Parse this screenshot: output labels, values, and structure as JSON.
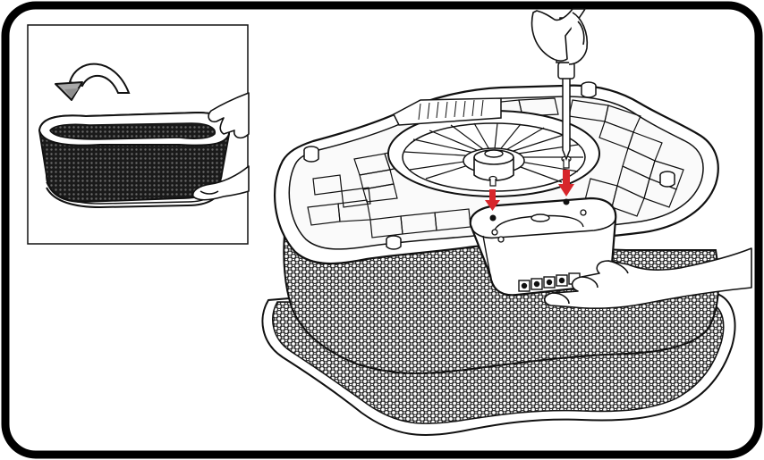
{
  "figure": {
    "kind": "assembly-instruction-illustration",
    "inset_step": "flip-basket-upside-down",
    "main_step": "attach-motor-housing-with-screws",
    "arrow_color": "#d7262b",
    "ink_color": "#111111",
    "mesh_color": "#2a2a2a",
    "frame_color": "#000000"
  }
}
